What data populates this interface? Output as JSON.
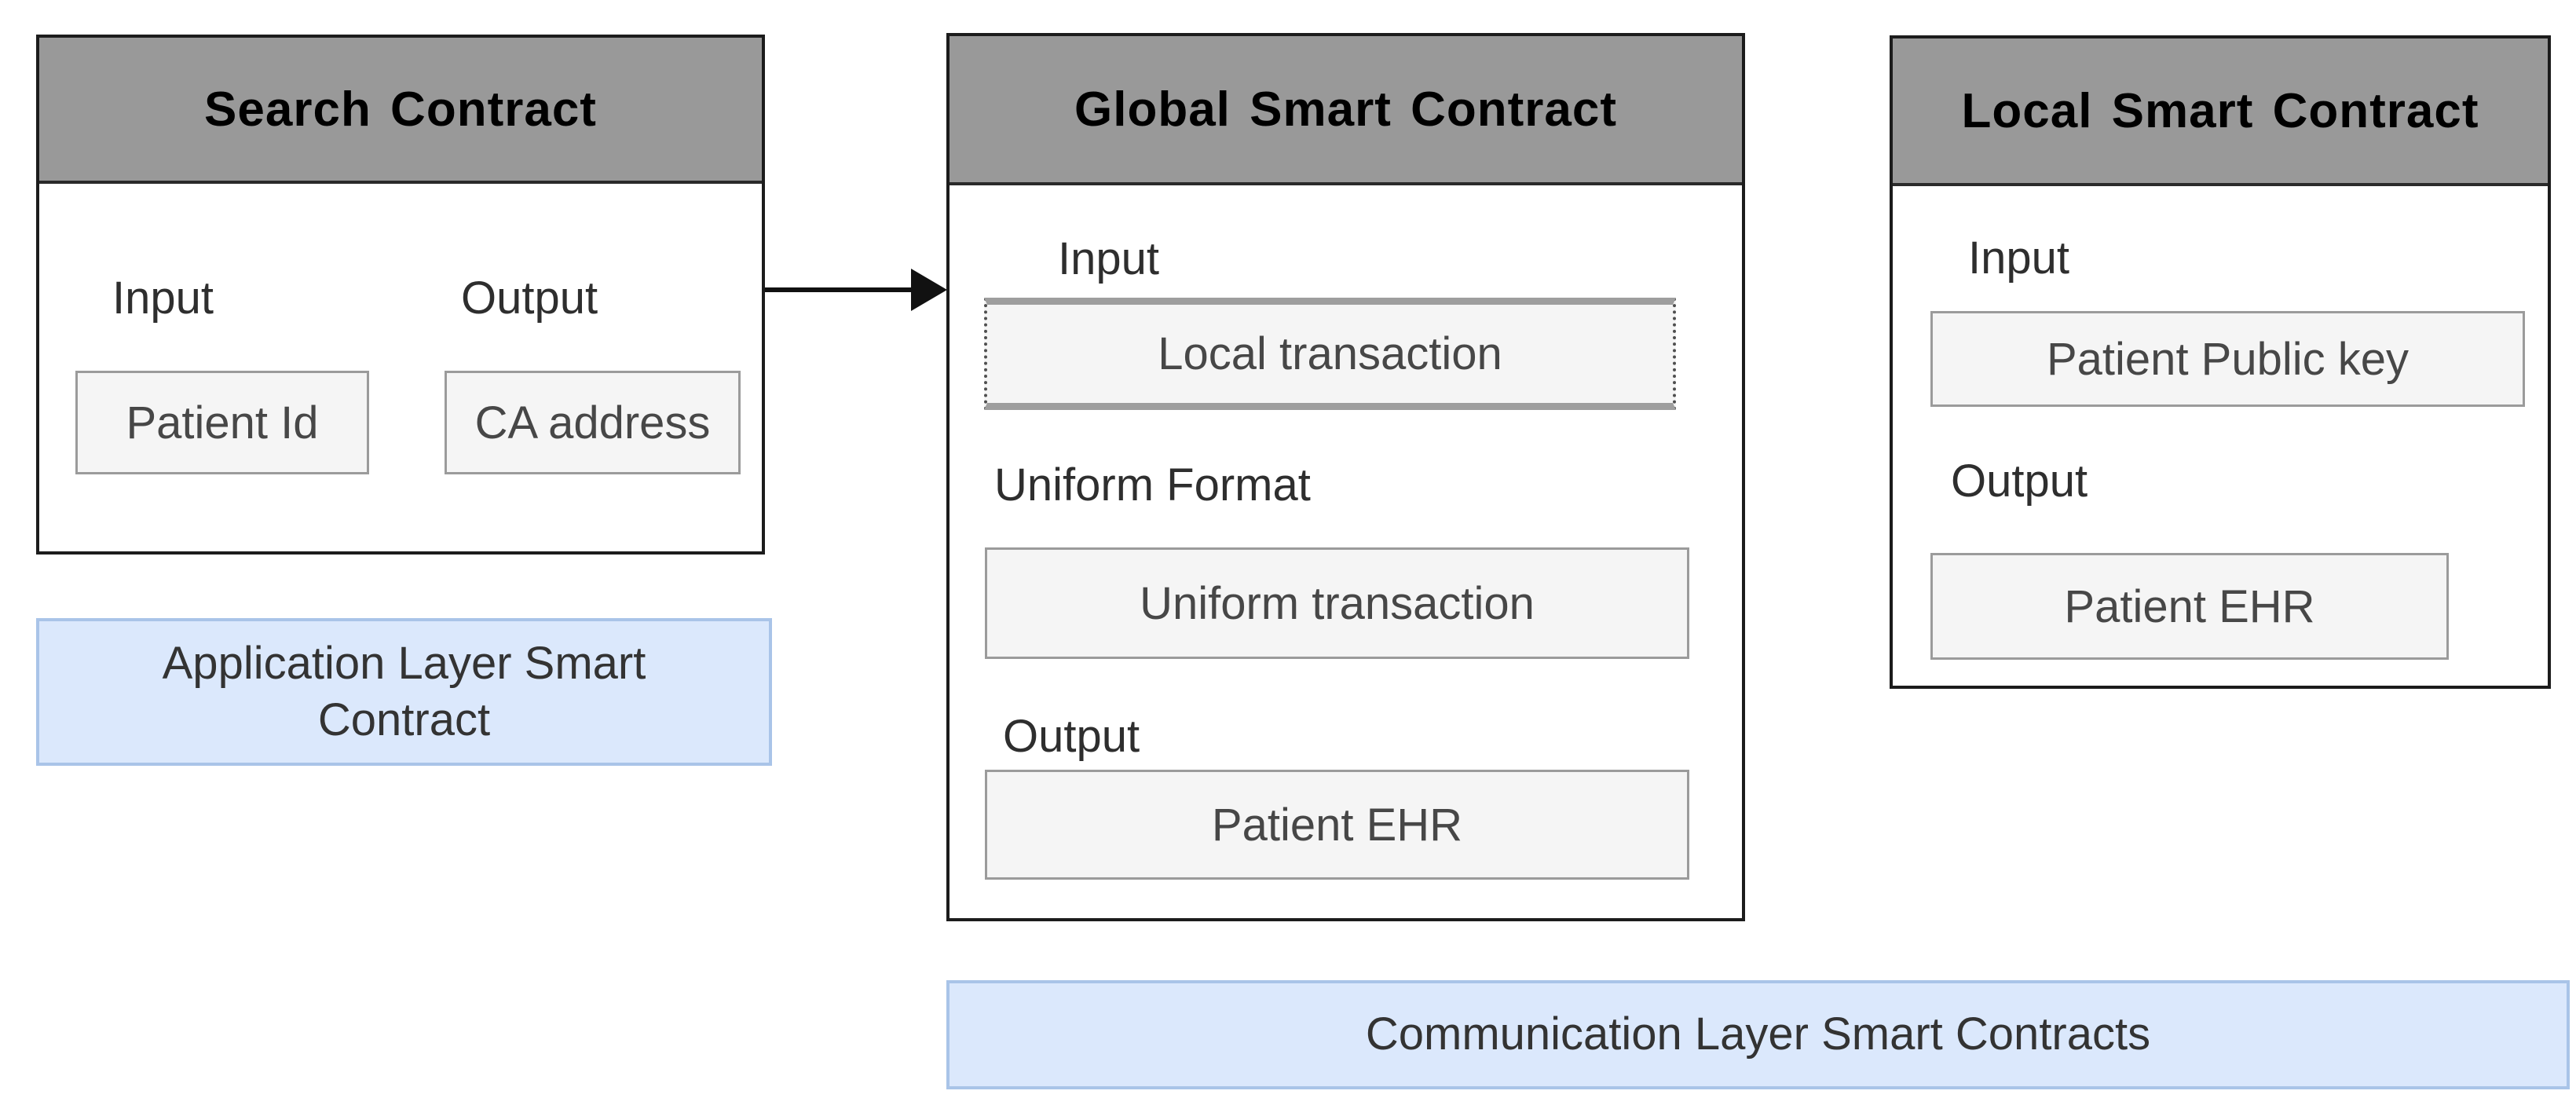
{
  "search_contract": {
    "title": "Search Contract",
    "input_label": "Input",
    "output_label": "Output",
    "input_field": "Patient Id",
    "output_field": "CA address"
  },
  "global_contract": {
    "title": "Global Smart Contract",
    "input_label": "Input",
    "input_field": "Local transaction",
    "uniform_label": "Uniform Format",
    "uniform_field": "Uniform transaction",
    "output_label": "Output",
    "output_field": "Patient EHR"
  },
  "local_contract": {
    "title": "Local Smart Contract",
    "input_label": "Input",
    "input_field": "Patient Public key",
    "output_label": "Output",
    "output_field": "Patient EHR"
  },
  "layer_labels": {
    "application": "Application Layer Smart Contract",
    "communication": "Communication Layer Smart Contracts"
  },
  "colors": {
    "header_fill": "#999999",
    "field_fill": "#f5f5f5",
    "layer_fill": "#dbe8fc",
    "layer_border": "#a9c4e8",
    "box_border": "#1c1c1c",
    "arrow": "#111111"
  }
}
